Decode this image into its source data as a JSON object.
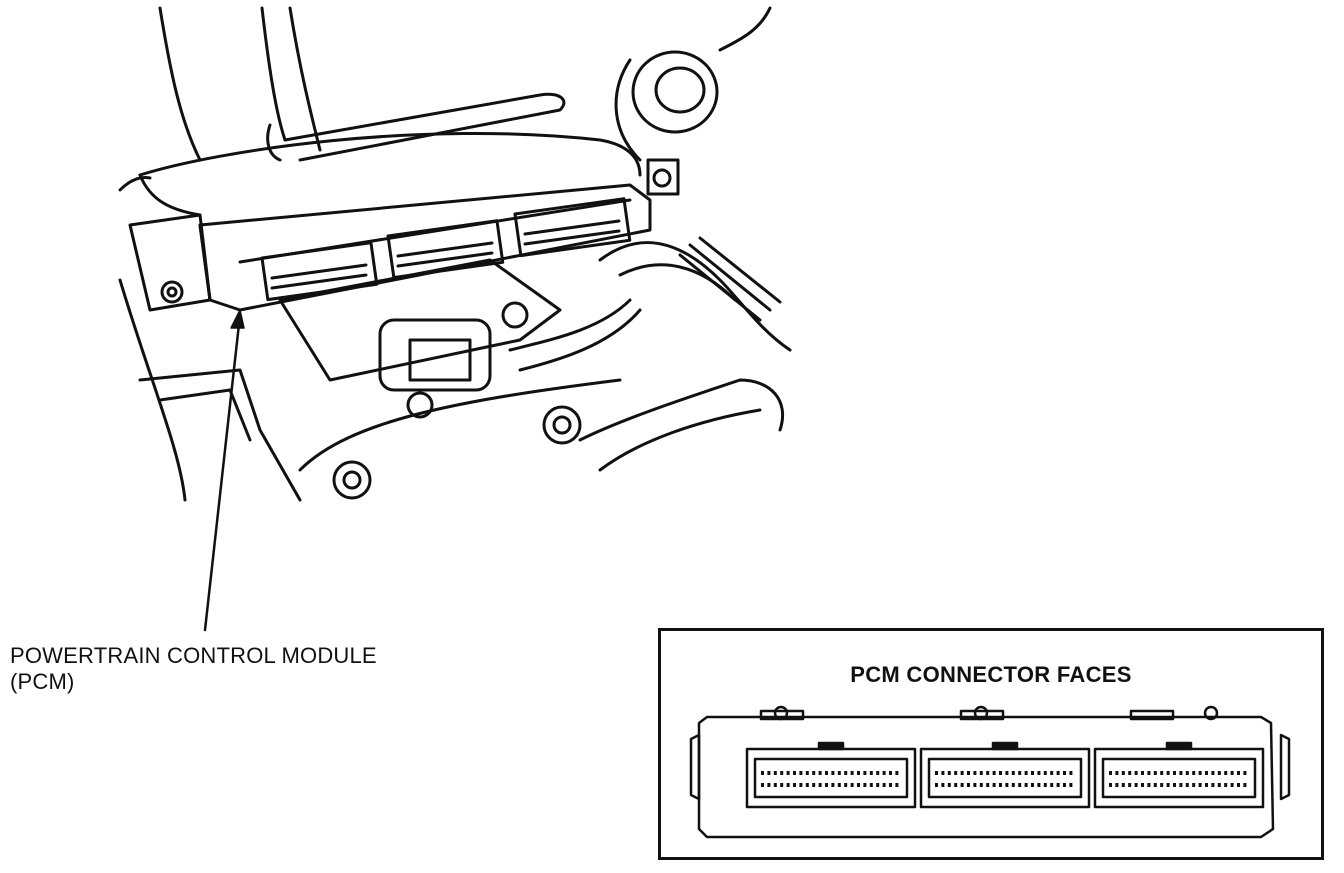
{
  "diagram": {
    "component_label_line1": "POWERTRAIN CONTROL MODULE",
    "component_label_line2": "(PCM)",
    "inset_title": "PCM CONNECTOR FACES",
    "connector_count": 3
  }
}
